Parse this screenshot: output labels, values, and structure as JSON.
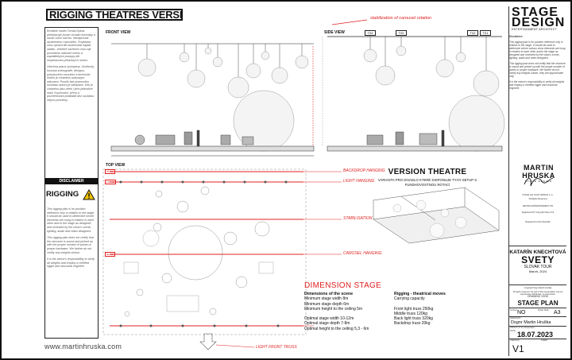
{
  "header": {
    "title": "RIGGING THEATRES VERSION",
    "carousel_note": "stabilization of carousel rotation"
  },
  "views": {
    "front": "FRONT VIEW",
    "side": "SIDE VIEW",
    "top": "TOP VIEW"
  },
  "side_tags": [
    "T04",
    "T03",
    "T02",
    "T01"
  ],
  "left_column": {
    "para1": "Kreativní studio Tomáš Dykas představuje pouze vizuální koncepty a slouží všem návrhu. Neodpovídá skutečnému rozmístění. Projektant musí upravit dle skutečnosti zajistit statiku. Veškeré zavěšení musí být provedeno odborně řízeno a zaplatitelnými postupy dle respektování příslušných norem.",
    "para2": "Všechna práva vyhrazena. Umělecký koncept scénografie, designu, pohybového rozvržení a technické řešení je chráněno autorským zákonem. Použití bez písemného souhlasu autora je zakázáno. Dílo je chráněno jako celek i jeho jednotlivé části. Kopírování, šíření a pozměňování podkladů bez souhlasu nejsou povoleny."
  },
  "disclaimer": {
    "head": "DISCLAIMER",
    "title": "RIGGING",
    "text1": "This rigging plan is for position reference only in relation to the stage. It should be used to determine where elements are hung in relation to each other and to the stage as designed and reviewed by the show's scenic, lighting, audio and video designers.",
    "text2": "This rigging plan does not certify that the structure is sound and picked up with the proper number of points or proper hardware. We further do not certify any weights shown.",
    "text3": "It is the venue's responsibility to verify all weights and employ a certified rigger and structural engineer."
  },
  "rigging_lines": {
    "backdrop": "BACKDROP HANGING",
    "light": "LIGHT HANGING",
    "stabilisation": "STABILISATION",
    "carousel": "CAROSEL HANGING",
    "front_truss": "LIGHT FRONT TRUSS",
    "tag_backdrop": "20 KG",
    "tag_light": "110 KG",
    "tag_carousel": "90 KG"
  },
  "version": {
    "heading": "VERSION THEATRE",
    "subtitle": "VARIANTA PRO DIVADLO KTERÉ DISPONUJE TYHY SETUP S FUNDHOVOSTNOU ROTACÍ"
  },
  "dimension": {
    "title": "DIMENSION STAGE",
    "dims_head": "Dimensions of the scene",
    "dims": [
      "Minimum stage width 8m",
      "Minimum stage depth 6m",
      "Minimum height to the ceiling 5m"
    ],
    "optimal": [
      "Optimal stage width 10-12m",
      "Optimal stage depth 7-8m",
      "Optimal height to the ceiling 5,3 - 6m"
    ],
    "moves_head": "Rigging - theatrical moves",
    "moves_sub": "Carrying capacity",
    "loads": [
      "Front light truss 250kg",
      "Middle truss 120kg",
      "Back light truss 320kg",
      "Backdrop truss 20kg"
    ]
  },
  "logo": {
    "line1": "STAGE",
    "line2": "DESIGN",
    "tagline": "ENTERTAINMENT ARCHITECT"
  },
  "right_disclaimer": {
    "head": "Disclaimer:",
    "p1": "This rigging plan is for position reference only in relation to the stage. It should be used to determine where various show elements are hung in relation to each other and to the stage as designed and reviewed by the show's scenic, lighting, audio and video designers.",
    "p2": "This rigging plan does not certify that the structure is sound and picked up with the proper number of points or proper hardware. We further do not certify any weights shown, they are approximate only.",
    "p3": "It is the venue's responsibility to verify all weights and employ a certified rigger and structural engineer."
  },
  "designer": {
    "name": "MARTIN HRUSKA",
    "sub": "STAGE DESIGN",
    "line1": "STAGE and LIGHT DESIGN s.r.o.",
    "line2": "All Rights Reserved",
    "line3": "HRUSKA ENTERTAINMENT LTD",
    "line4": "Registered NY Copyright New York",
    "line5": "Registered Czech Republic"
  },
  "client": {
    "artist": "KATARÍN KNECHTOVÁ",
    "show": "SVETY",
    "tour": "SLOVAK TOUR",
    "date": "March, 2024",
    "copyright": "Copyright Dsgn Martin Hruška",
    "rights": "All rights reserved. No part of this presentation may be reproduced, distributed, or transmitted."
  },
  "drawing": {
    "view_label": "DRAWING VIEW",
    "plan": "STAGE PLAN",
    "scale_lbl": "SCALE",
    "scale": "NO",
    "page_lbl": "PAGE SIZE",
    "page": "A3",
    "drawn_lbl": "DRAWN BY",
    "drawn": "Dsgnr Martin Hruška",
    "date_small": "2023-07-17 Kl. Presentace",
    "date_lbl": "DATE",
    "date": "18.07.2023",
    "version_lbl": "VERSION",
    "version": "V1",
    "sheet_lbl": "SHEET"
  },
  "footer": {
    "url": "www.martinhruska.com"
  },
  "colors": {
    "accent_red": "#e02020",
    "ink": "#111111"
  }
}
